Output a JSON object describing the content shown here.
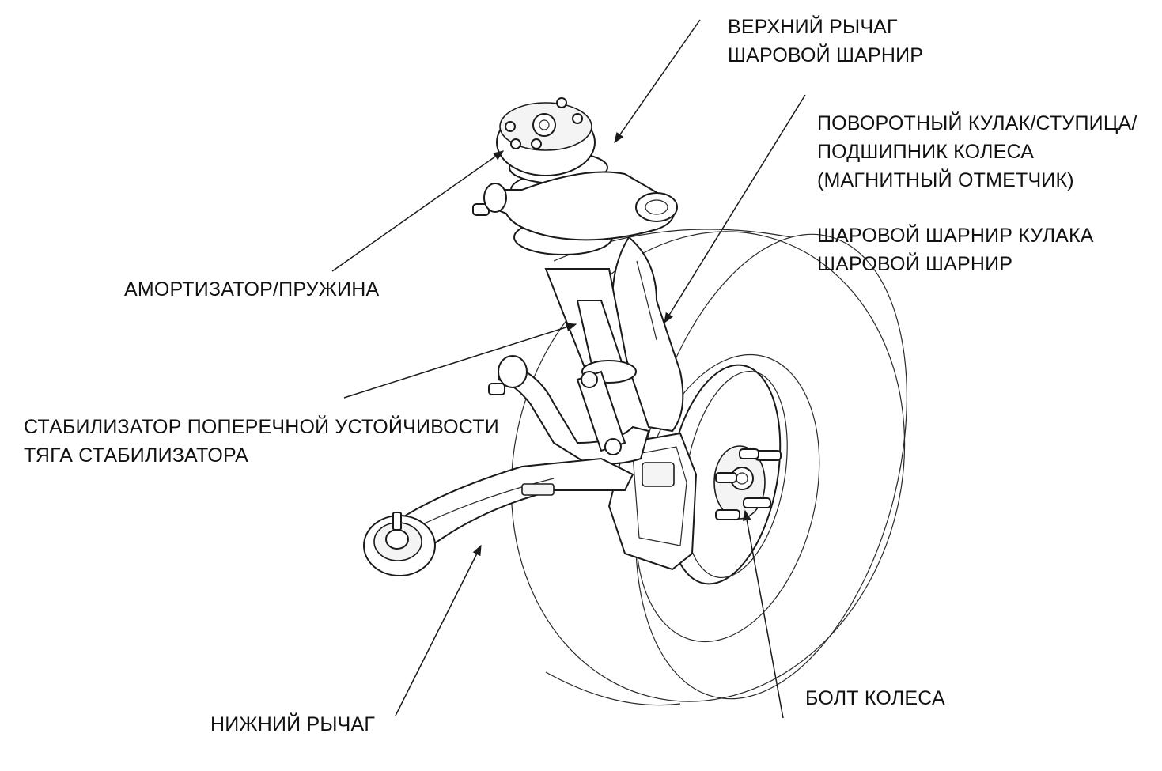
{
  "labels": {
    "upper_arm": [
      "ВЕРХНИЙ РЫЧАГ",
      "ШАРОВОЙ ШАРНИР"
    ],
    "knuckle": [
      "ПОВОРОТНЫЙ КУЛАК/СТУПИЦА/",
      "ПОДШИПНИК КОЛЕСА",
      "(МАГНИТНЫЙ ОТМЕТЧИК)"
    ],
    "knuckle_ball_joint": [
      "ШАРОВОЙ ШАРНИР КУЛАКА",
      "ШАРОВОЙ ШАРНИР"
    ],
    "damper": "АМОРТИЗАТОР/ПРУЖИНА",
    "stabilizer": [
      "СТАБИЛИЗАТОР ПОПЕРЕЧНОЙ УСТОЙЧИВОСТИ",
      "ТЯГА СТАБИЛИЗАТОРА"
    ],
    "lower_arm": "НИЖНИЙ РЫЧАГ",
    "wheel_bolt": "БОЛТ КОЛЕСА"
  }
}
